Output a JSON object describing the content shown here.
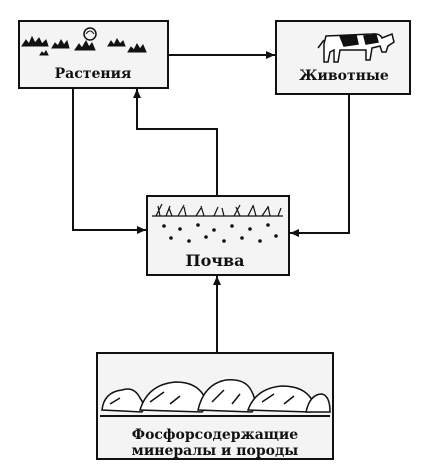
{
  "nodes": {
    "plants": {
      "label": "Растения"
    },
    "animals": {
      "label": "Животные"
    },
    "soil": {
      "label": "Почва"
    },
    "minerals": {
      "label_line1": "Фосфорсодержащие",
      "label_line2": "минералы и породы"
    }
  },
  "colors": {
    "ink": "#111111",
    "paper": "#ffffff",
    "box_fill": "#f4f4f4"
  }
}
